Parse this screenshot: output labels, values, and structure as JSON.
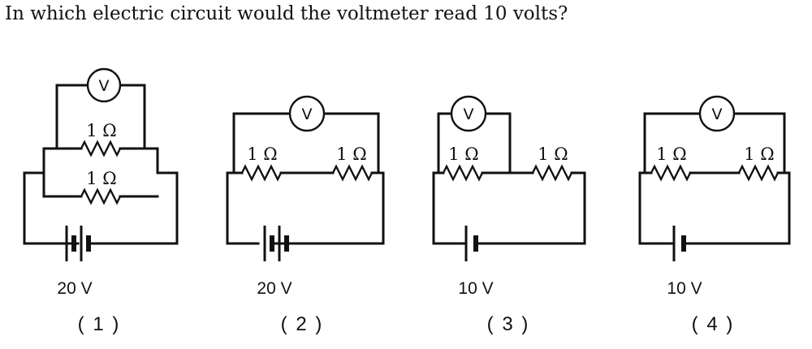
{
  "question": "In which electric circuit would the voltmeter read 10 volts?",
  "meter_symbol": "V",
  "resistor_label": "1 Ω",
  "circuits": [
    {
      "number": "( 1 )",
      "source_voltage": "20 V"
    },
    {
      "number": "( 2 )",
      "source_voltage": "20 V"
    },
    {
      "number": "( 3 )",
      "source_voltage": "10 V"
    },
    {
      "number": "( 4 )",
      "source_voltage": "10 V"
    }
  ]
}
